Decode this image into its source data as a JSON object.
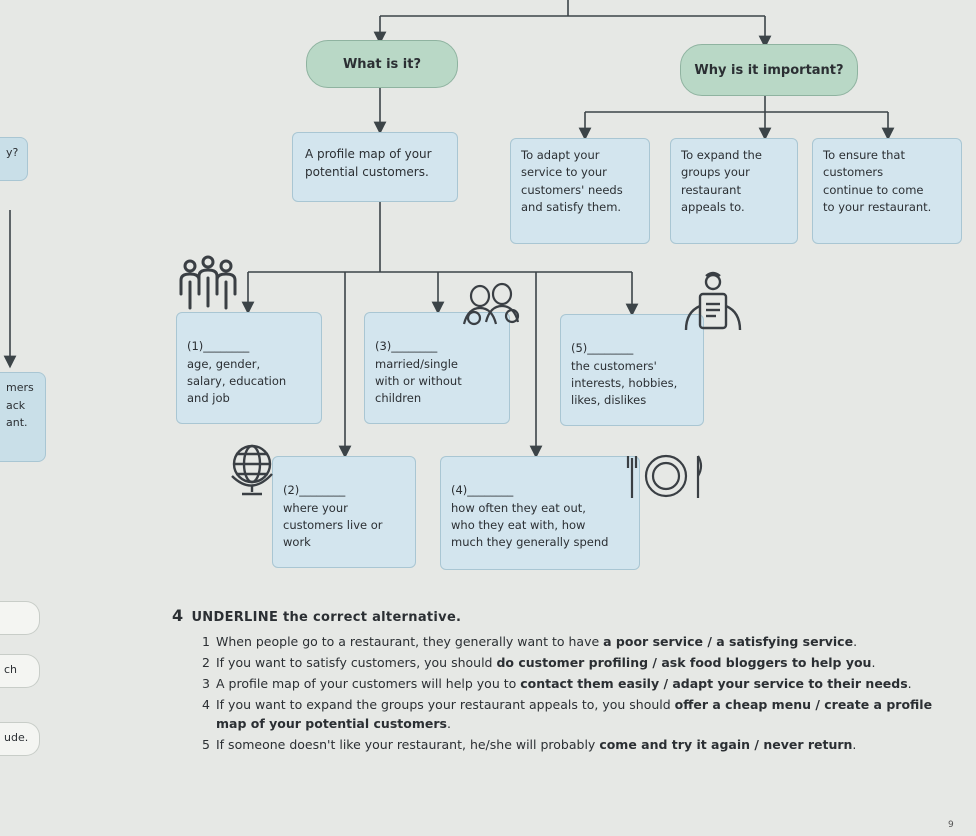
{
  "header": {
    "what": "What is it?",
    "why": "Why is it important?"
  },
  "definition": "A profile map of your\npotential customers.",
  "reasons": [
    "To adapt your\nservice to your\ncustomers' needs\nand satisfy them.",
    "To expand the\ngroups your\nrestaurant\nappeals to.",
    "To ensure that\ncustomers\ncontinue to come\nto your restaurant."
  ],
  "categories": {
    "c1": {
      "head": "(1)________",
      "body": "age, gender,\nsalary, education\nand job"
    },
    "c2": {
      "head": "(2)________",
      "body": "where your\ncustomers live or\nwork"
    },
    "c3": {
      "head": "(3)________",
      "body": "married/single\nwith or without\nchildren"
    },
    "c4": {
      "head": "(4)________",
      "body": "how often they eat out,\nwho they eat with, how\nmuch they generally spend"
    },
    "c5": {
      "head": "(5)________",
      "body": "the customers'\ninterests, hobbies,\nlikes, dislikes"
    }
  },
  "left_edge": {
    "top": "y?",
    "middle": "mers\nack\nant.",
    "rows": [
      "",
      "ch",
      "ude."
    ]
  },
  "exercise": {
    "number": "4",
    "title": "UNDERLINE the correct alternative.",
    "items": [
      {
        "n": "1",
        "pre": "When people go to a restaurant, they generally want to have ",
        "opt": "a poor service / a satisfying service",
        "post": "."
      },
      {
        "n": "2",
        "pre": "If you want to satisfy customers, you should ",
        "opt": "do customer profiling / ask food bloggers to help you",
        "post": "."
      },
      {
        "n": "3",
        "pre": "A profile map of your customers will help you to ",
        "opt": "contact them easily /  adapt your service to their needs",
        "post": "."
      },
      {
        "n": "4",
        "pre": "If you want to expand the groups your restaurant appeals to, you should ",
        "opt": "offer a cheap menu / create a profile map of your potential customers",
        "post": "."
      },
      {
        "n": "5",
        "pre": "If someone doesn't like your restaurant, he/she will probably ",
        "opt": "come and try it again / never return",
        "post": "."
      }
    ]
  },
  "page_number": "9",
  "icons": [
    "people-group-icon",
    "couple-icon",
    "customer-menu-icon",
    "globe-icon",
    "plate-cutlery-icon"
  ],
  "colors": {
    "pill": "#b9d8c6",
    "box": "#d3e5ee",
    "line": "#3c4448"
  }
}
